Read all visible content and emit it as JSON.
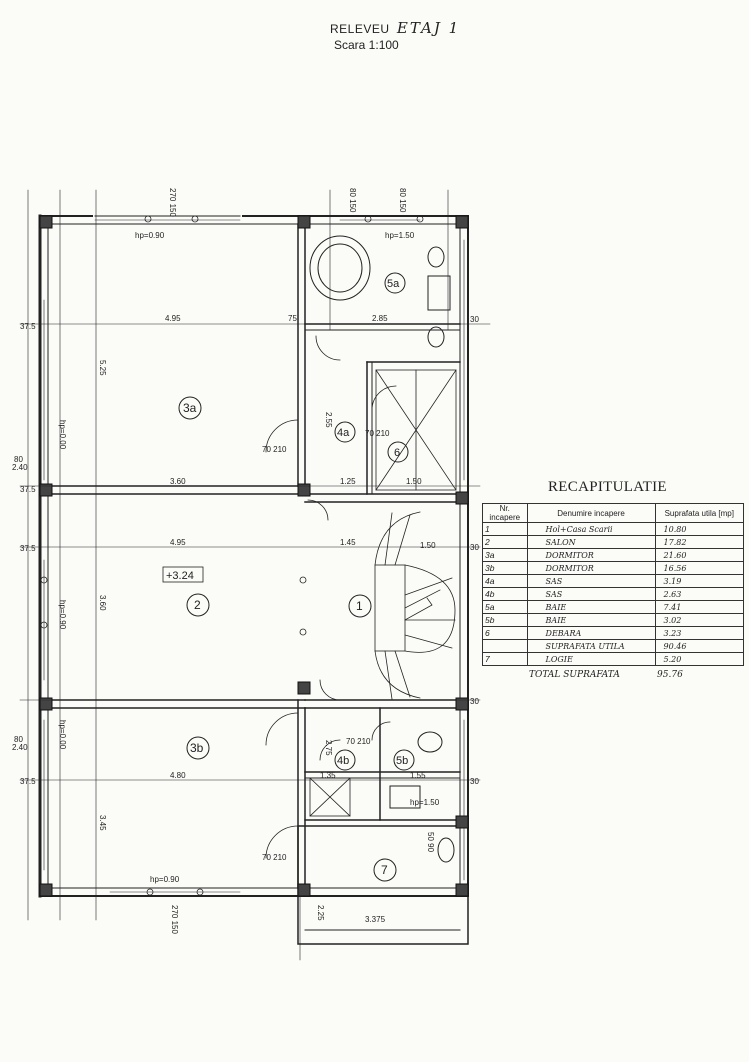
{
  "header": {
    "title": "RELEVEU",
    "title_hand": "ETAJ 1",
    "scale": "Scara 1:100"
  },
  "rooms": {
    "r1": "1",
    "r2": "2",
    "r3a": "3a",
    "r3b": "3b",
    "r4a": "4a",
    "r4b": "4b",
    "r5a": "5a",
    "r5b": "5b",
    "r6": "6",
    "r7": "7"
  },
  "level_mark": "+3.24",
  "dimensions": {
    "d_495_top": "4.95",
    "d_75_top": "75",
    "d_285": "2.85",
    "d_525": "5.25",
    "d_360_a": "3.60",
    "d_125": "1.25",
    "d_495_mid": "4.95",
    "d_145": "1.45",
    "d_360_b": "3.60",
    "d_480": "4.80",
    "d_345": "3.45",
    "d_135": "1.35",
    "d_155": "1.55",
    "d_3375": "3.375",
    "d_375_l1": "37.5",
    "d_375_l2": "37.5",
    "d_375_l3": "37.5",
    "d_375_l4": "37.5",
    "d_30_r1": "30",
    "d_30_r2": "30",
    "d_30_r3": "30",
    "d_30_r4": "30",
    "d_255": "2.55",
    "d_275": "2.75",
    "d_150_a": "1.50",
    "d_150_b": "1.50",
    "d_240_a": "2.40",
    "d_240_b": "2.40",
    "d_80_a": "80",
    "d_80_b": "80",
    "hp_1": "hp=0.90",
    "hp_2": "hp=1.50",
    "hp_3": "hp=0.00",
    "hp_4": "hp=0.90",
    "hp_5": "hp=0.00",
    "hp_6": "hp=0.90",
    "hp_7": "hp=1.50",
    "d_270_150_top": "270 150",
    "d_80_150_a": "80 150",
    "d_80_150_b": "80 150",
    "d_270_150_bot": "270 150",
    "d_50_90": "50 90",
    "d_70_210_a": "70 210",
    "d_70_210_b": "70 210",
    "d_70_210_c": "70 210",
    "d_70_210_d": "70 210",
    "d_225": "2.25"
  },
  "recap": {
    "title": "RECAPITULATIE",
    "col_nr": "Nr. incapere",
    "col_den": "Denumire incapere",
    "col_val": "Suprafata utila [mp]",
    "rows": [
      {
        "nr": "1",
        "den": "Hol+Casa Scarii",
        "val": "10.80"
      },
      {
        "nr": "2",
        "den": "SALON",
        "val": "17.82"
      },
      {
        "nr": "3a",
        "den": "DORMITOR",
        "val": "21.60"
      },
      {
        "nr": "3b",
        "den": "DORMITOR",
        "val": "16.56"
      },
      {
        "nr": "4a",
        "den": "SAS",
        "val": "3.19"
      },
      {
        "nr": "4b",
        "den": "SAS",
        "val": "2.63"
      },
      {
        "nr": "5a",
        "den": "BAIE",
        "val": "7.41"
      },
      {
        "nr": "5b",
        "den": "BAIE",
        "val": "3.02"
      },
      {
        "nr": "6",
        "den": "DEBARA",
        "val": "3.23"
      },
      {
        "nr": "",
        "den": "SUPRAFATA UTILA",
        "val": "90.46"
      },
      {
        "nr": "7",
        "den": "LOGIE",
        "val": "5.20"
      }
    ],
    "total_label": "TOTAL SUPRAFATA",
    "total_value": "95.76"
  }
}
